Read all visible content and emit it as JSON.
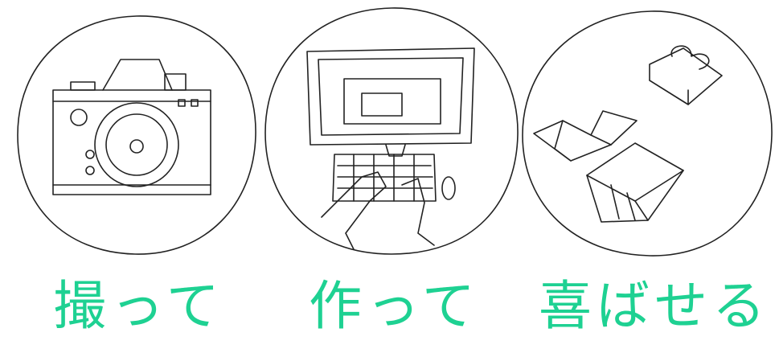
{
  "accent_color": "#1ed192",
  "panels": [
    {
      "icon": "camera-sketch",
      "caption": "撮って"
    },
    {
      "icon": "computer-sketch",
      "caption": "作って"
    },
    {
      "icon": "gift-book-sketch",
      "caption": "喜ばせる"
    }
  ]
}
